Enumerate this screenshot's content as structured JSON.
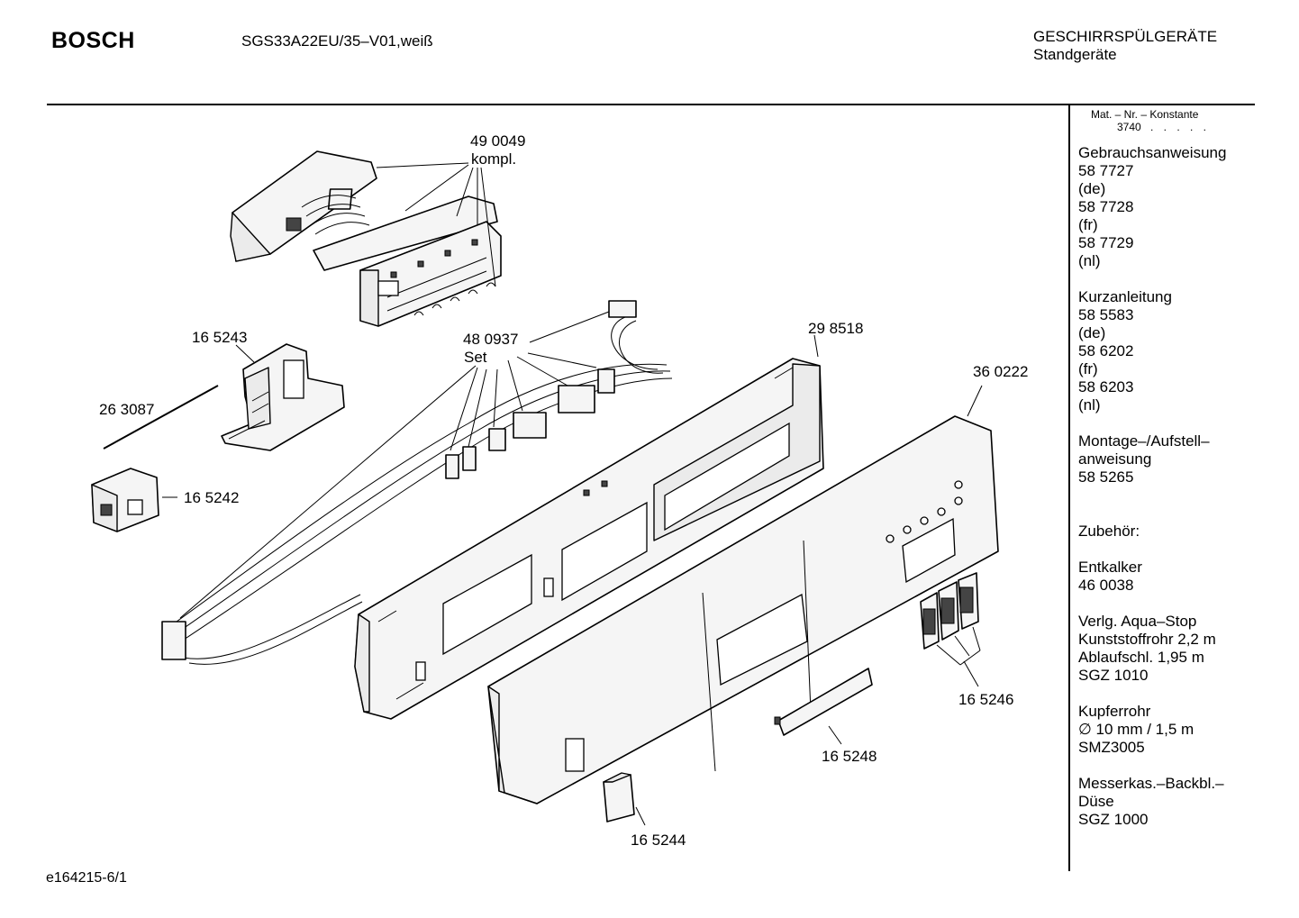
{
  "header": {
    "brand": "BOSCH",
    "model": "SGS33A22EU/35–V01,weiß",
    "category": "GESCHIRRSPÜLGERÄTE",
    "subcategory": "Standgeräte"
  },
  "material": {
    "header": "Mat. – Nr. – Konstante",
    "value": "3740",
    "dots": ". . . . ."
  },
  "sidebar": {
    "lines": [
      "Gebrauchsanweisung",
      "58 7727",
      "(de)",
      "58 7728",
      "(fr)",
      "58 7729",
      "(nl)",
      "",
      "Kurzanleitung",
      "58 5583",
      "(de)",
      "58 6202",
      "(fr)",
      "58 6203",
      "(nl)",
      "",
      "Montage–/Aufstell–",
      "anweisung",
      "58 5265",
      "",
      "",
      "Zubehör:",
      "",
      "Entkalker",
      "46 0038",
      "",
      "Verlg. Aqua–Stop",
      "Kunststoffrohr 2,2 m",
      "Ablaufschl. 1,95 m",
      "SGZ 1010",
      "",
      "Kupferrohr",
      "∅ 10 mm / 1,5 m",
      "SMZ3005",
      "",
      "Messerkas.–Backbl.–",
      "Düse",
      "SGZ 1000"
    ]
  },
  "parts": {
    "p490049": "49 0049",
    "p490049_sub": "kompl.",
    "p480937": "48 0937",
    "p480937_sub": "Set",
    "p165243": "16 5243",
    "p263087": "26 3087",
    "p165242": "16 5242",
    "p298518": "29 8518",
    "p360222": "36 0222",
    "p165246": "16 5246",
    "p165248": "16 5248",
    "p165244": "16 5244"
  },
  "footer": {
    "doc_id": "e164215-6/1"
  }
}
